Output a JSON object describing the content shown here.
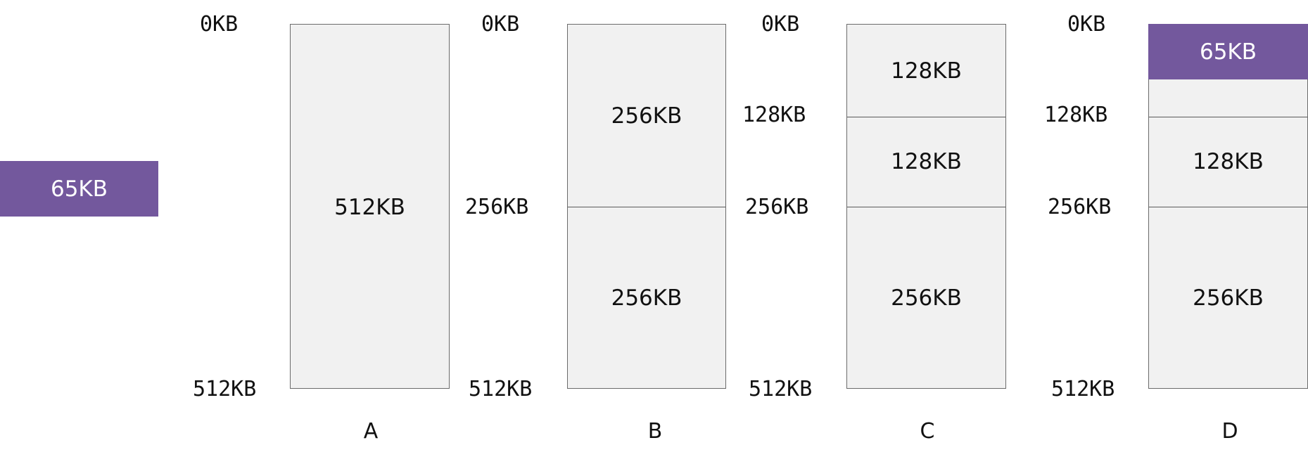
{
  "request": {
    "label": "65KB",
    "color": "#73589d"
  },
  "colors": {
    "panel_fill": "#f1f1f1",
    "panel_border": "#6b6b6b",
    "allocated": "#73589d"
  },
  "panels": [
    {
      "caption": "A",
      "addresses": {
        "top": "0KB",
        "bottom": "512KB"
      },
      "segments": [
        "512KB"
      ]
    },
    {
      "caption": "B",
      "addresses": {
        "top": "0KB",
        "mid": "256KB",
        "bottom": "512KB"
      },
      "segments": [
        "256KB",
        "256KB"
      ]
    },
    {
      "caption": "C",
      "addresses": {
        "top": "0KB",
        "q1": "128KB",
        "mid": "256KB",
        "bottom": "512KB"
      },
      "segments": [
        "128KB",
        "128KB",
        "256KB"
      ]
    },
    {
      "caption": "D",
      "addresses": {
        "top": "0KB",
        "q1": "128KB",
        "mid": "256KB",
        "bottom": "512KB"
      },
      "allocated": "65KB",
      "segments": [
        "128KB",
        "256KB"
      ]
    }
  ]
}
